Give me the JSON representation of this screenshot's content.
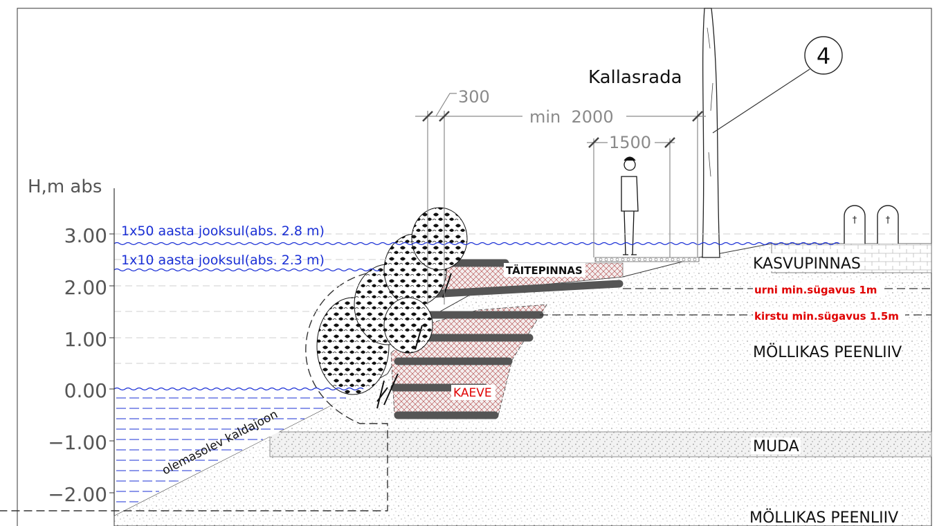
{
  "axis": {
    "title": "H,m abs",
    "ticks": [
      "3.00",
      "2.00",
      "1.00",
      "0.00",
      "−1.00",
      "−2.00"
    ]
  },
  "water_levels": {
    "flood_50": "1x50 aasta jooksul(abs. 2.8 m)",
    "flood_10": "1x10 aasta jooksul(abs. 2.3 m)",
    "color": "#1a2fd6"
  },
  "labels": {
    "kallasrada": "Kallasrada",
    "callout_number": "4",
    "taitepinnas": "TÄITEPINNAS",
    "kaeve": "KAEVE",
    "kaldajoon": "olemasolev kaldajoon",
    "kasvupinnas": "KASVUPINNAS",
    "urni": "urni min.sügavus 1m",
    "kirstu": "kirstu min.sügavus 1.5m",
    "mollikas_1": "MÖLLIKAS PEENLIIV",
    "muda": "MUDA",
    "mollikas_2": "MÖLLIKAS PEENLIIV"
  },
  "dimensions": {
    "d300": "300",
    "d2000": "min  2000",
    "d1500": "1500"
  },
  "colors": {
    "line": "#222222",
    "dim": "#8a8a8a",
    "accent_red": "#e00000",
    "fill_dark": "#555555"
  }
}
